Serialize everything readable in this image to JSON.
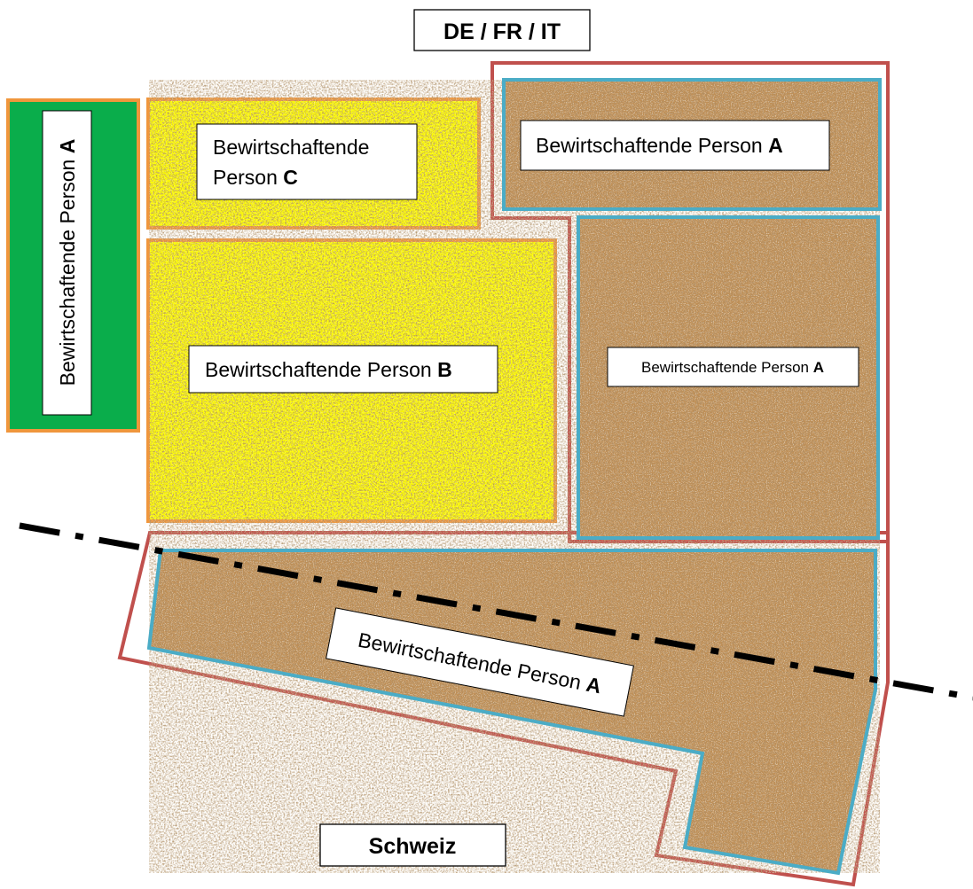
{
  "header_label": "DE / FR / IT",
  "footer_label": "Schweiz",
  "colors": {
    "green_parcel": "#0aad4b",
    "yellow_parcel": "#ffff00",
    "orange_border": "#f0963c",
    "red_border": "#c0504d",
    "blue_border": "#4bacc6",
    "soil": "#c08f55",
    "soil_dark": "#6e4a26",
    "soil_light": "#e0b985"
  },
  "parcels": {
    "green": {
      "prefix": "Bewirtschaftende Person ",
      "letter": "A"
    },
    "yellow_top": {
      "line1": "Bewirtschaftende",
      "line2_prefix": "Person ",
      "letter": "C"
    },
    "yellow_big": {
      "prefix": "Bewirtschaftende Person ",
      "letter": "B"
    },
    "soil_top": {
      "prefix": "Bewirtschaftende Person ",
      "letter": "A"
    },
    "soil_right": {
      "prefix": "Bewirtschaftende Person ",
      "letter": "A"
    },
    "soil_bottom": {
      "prefix": "Bewirtschaftende Person ",
      "letter": "A"
    }
  }
}
